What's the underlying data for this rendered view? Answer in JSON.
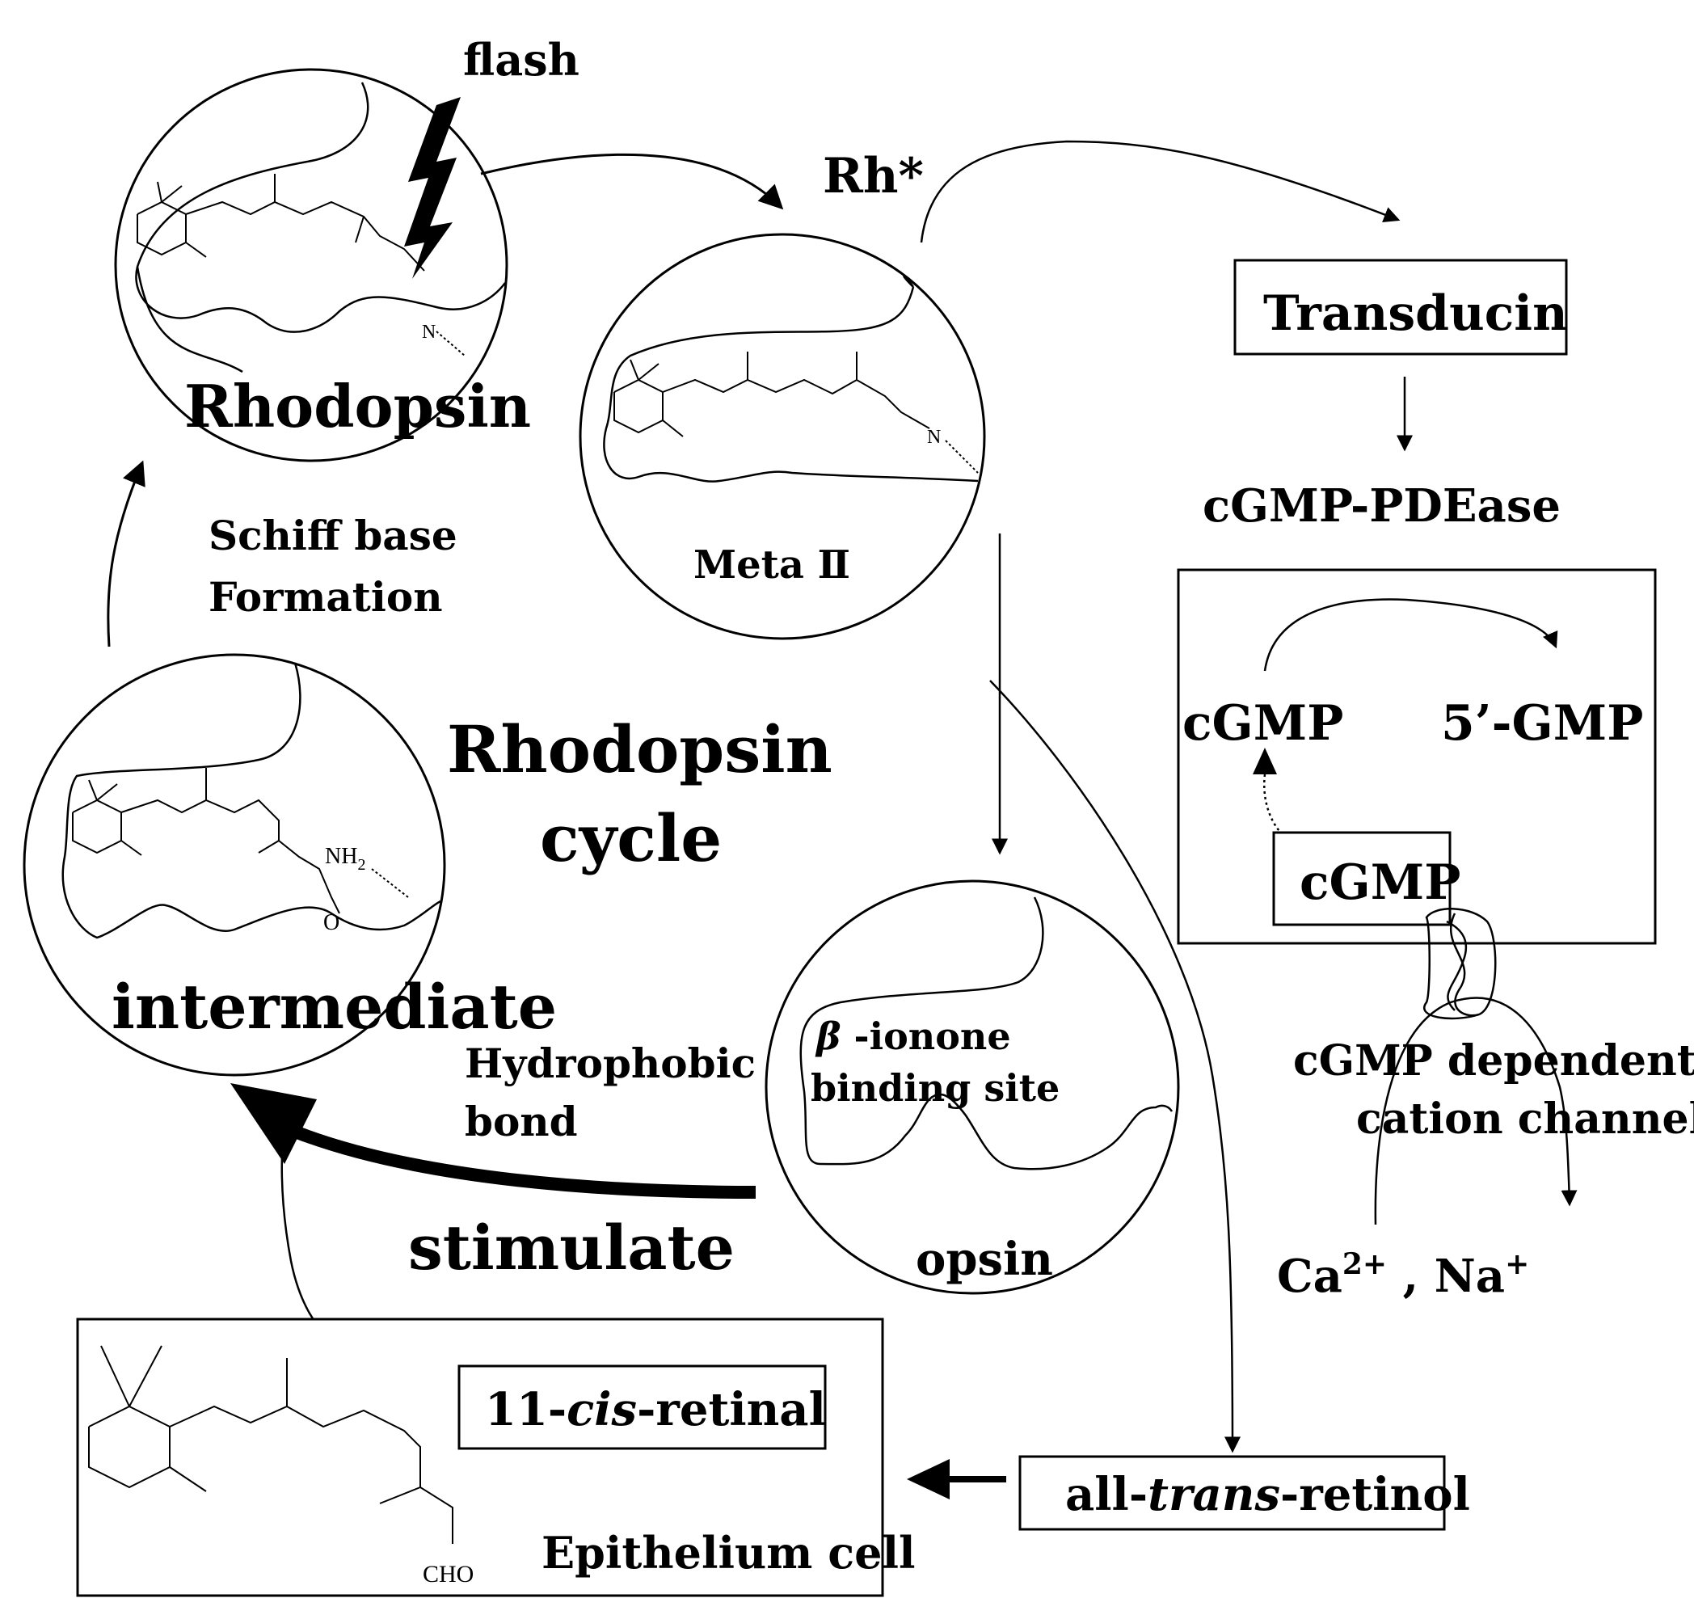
{
  "labels": {
    "flash": "flash",
    "rh_star": "Rh*",
    "rhodopsin": "Rhodopsin",
    "meta2": "Meta Ⅱ",
    "transducin": "Transducin",
    "cgmp_pdease": "cGMP-PDEase",
    "cgmp_left": "cGMP",
    "gmp5": "5’-GMP",
    "cgmp_box": "cGMP",
    "channel_line1": "cGMP dependent",
    "channel_line2": "cation channel",
    "ca": "Ca",
    "ca_sup": "2+",
    "comma": " , ",
    "na": "Na",
    "na_sup": "+",
    "schiff_line1": "Schiff base",
    "schiff_line2": "Formation",
    "cycle_line1": "Rhodopsin",
    "cycle_line2": "cycle",
    "intermediate": "intermediate",
    "beta": "β",
    "ionone": " -ionone",
    "binding_site": "binding site",
    "opsin": "opsin",
    "hydrophobic_line1": "Hydrophobic",
    "hydrophobic_line2": "bond",
    "stimulate": "stimulate",
    "cis_prefix": "11-",
    "cis_italic": "cis",
    "cis_suffix": "-retinal",
    "trans_prefix": "all-",
    "trans_italic": "trans",
    "trans_suffix": "-retinol",
    "epithelium": "Epithelium cell",
    "atom_n1": "N",
    "atom_n2": "N",
    "atom_nh2": "NH",
    "atom_nh2_sub": "2",
    "atom_o": "O",
    "atom_cho": "CHO"
  }
}
